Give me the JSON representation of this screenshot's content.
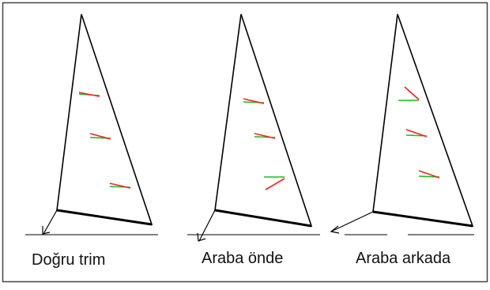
{
  "captions": [
    "Doğru trim",
    "Araba önde",
    "Araba arkada"
  ],
  "colors": {
    "frame": "#444444",
    "sail_line": "#000000",
    "telltale_red": "#ff2020",
    "telltale_green": "#10c020"
  },
  "diagram": {
    "panels": [
      {
        "name": "correct-trim",
        "telltales": [
          "aligned",
          "aligned",
          "aligned"
        ]
      },
      {
        "name": "car-forward",
        "telltales": [
          "aligned",
          "aligned",
          "lower-red-drooping"
        ]
      },
      {
        "name": "car-aft",
        "telltales": [
          "upper-red-lifting",
          "aligned",
          "aligned"
        ]
      }
    ]
  }
}
